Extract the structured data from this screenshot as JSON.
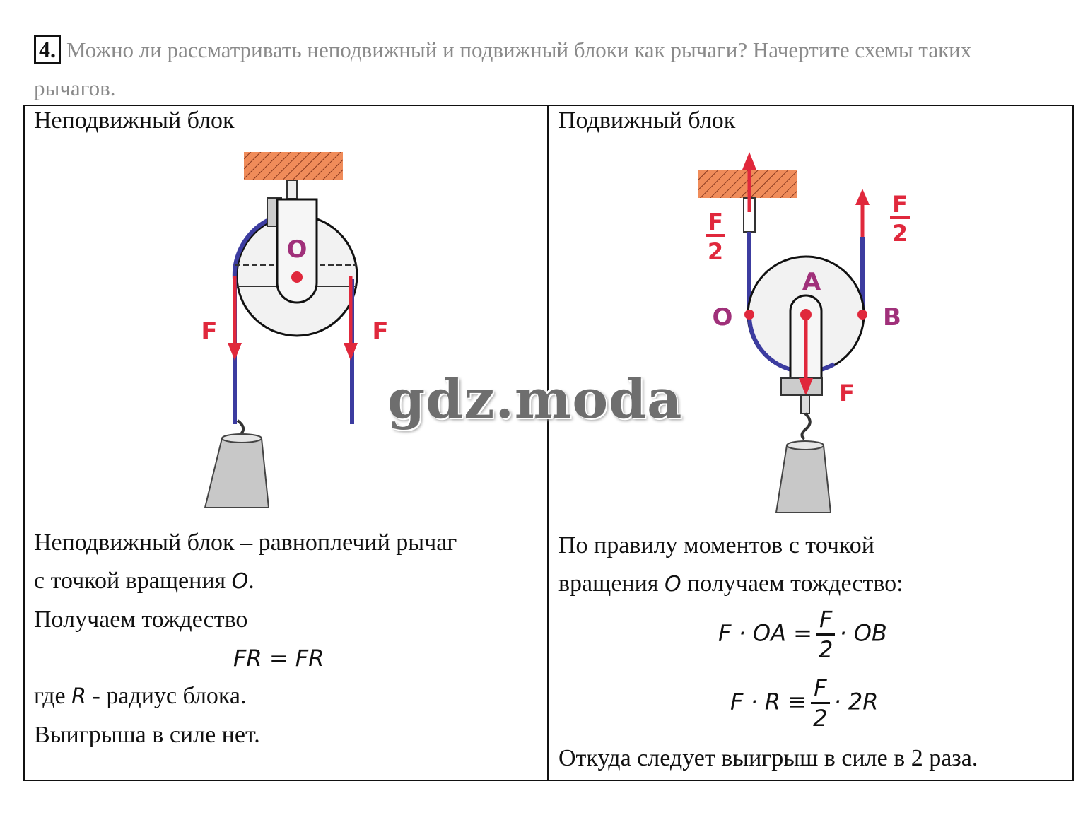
{
  "task": {
    "number": "4.",
    "question_line1": "Можно ли рассматривать неподвижный и подвижный блоки как рычаги? Начертите схемы таких",
    "question_line2": "рычагов."
  },
  "left": {
    "title": "Неподвижный блок",
    "labels": {
      "o": "O",
      "f_left": "F",
      "f_right": "F"
    },
    "text": {
      "line1": "Неподвижный блок – равноплечий рычаг",
      "line2_pre": "с точкой вращения ",
      "line2_var": "O",
      "line2_post": ".",
      "line3": "Получаем тождество",
      "formula": "FR = FR",
      "line4_pre": "где ",
      "line4_var": "R",
      "line4_post": " - радиус блока.",
      "line5": "Выигрыша в силе нет."
    }
  },
  "right": {
    "title": "Подвижный блок",
    "labels": {
      "o": "O",
      "a": "A",
      "b": "B",
      "f": "F",
      "f_half_num": "F",
      "f_half_den": "2"
    },
    "text": {
      "line1": "По правилу моментов с точкой",
      "line2_pre": "вращения ",
      "line2_var": "O",
      "line2_post": " получаем тождество:",
      "eq1_left": "F · OA =",
      "eq1_num": "F",
      "eq1_den": "2",
      "eq1_right": "· OB",
      "eq2_left": "F · R ≡",
      "eq2_num": "F",
      "eq2_den": "2",
      "eq2_right": "· 2R",
      "conclusion": "Откуда следует выигрыш в силе в 2 раза."
    }
  },
  "watermark": "gdz.moda",
  "colors": {
    "force": "#e0283c",
    "rope": "#3c3ca0",
    "ceiling": "#f08c5a",
    "pulley": "#f2f2f2",
    "weight": "#c8c8c8"
  }
}
